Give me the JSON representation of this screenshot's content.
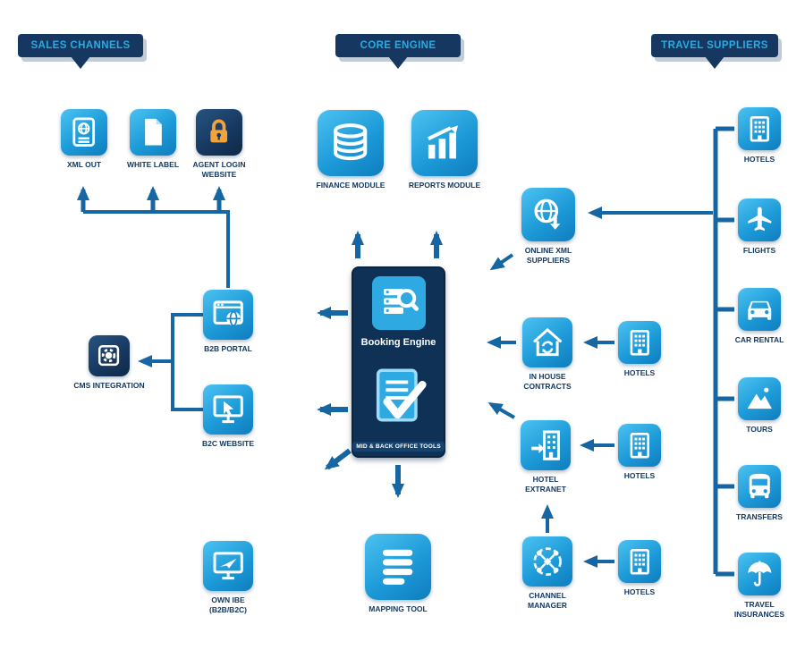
{
  "banners": {
    "sales_channels": "SALES CHANNELS",
    "core_engine": "CORE ENGINE",
    "travel_suppliers": "TRAVEL SUPPLIERS"
  },
  "sales_channels": {
    "xml_out": "XML OUT",
    "white_label": "WHITE LABEL",
    "agent_login_website": "AGENT LOGIN WEBSITE",
    "b2b_portal": "B2B PORTAL",
    "cms_integration": "CMS INTEGRATION",
    "b2c_website": "B2C WEBSITE",
    "own_ibe": "OWN IBE (B2B/B2C)"
  },
  "core_engine": {
    "finance_module": "FINANCE MODULE",
    "reports_module": "REPORTS MODULE",
    "booking_engine_title": "Booking Engine",
    "booking_engine_subtitle": "MID & BACK OFFICE TOOLS",
    "mapping_tool": "MAPPING TOOL"
  },
  "suppliers": {
    "online_xml_suppliers": "ONLINE XML SUPPLIERS",
    "in_house_contracts": "IN HOUSE CONTRACTS",
    "hotel_extranet": "HOTEL EXTRANET",
    "channel_manager": "CHANNEL MANAGER",
    "hotels_inhouse": "HOTELS",
    "hotels_extranet": "HOTELS",
    "hotels_channel": "HOTELS",
    "right_column": {
      "hotels": "HOTELS",
      "flights": "FLIGHTS",
      "car_rental": "CAR RENTAL",
      "tours": "TOURS",
      "transfers": "TRANSFERS",
      "travel_insurances": "TRAVEL INSURANCES"
    }
  },
  "colors": {
    "banner_bg": "#16375f",
    "banner_text": "#2aabe2",
    "icon_blue": "#2fa9e2",
    "icon_navy": "#16375f",
    "arrow": "#1566a3",
    "label_text": "#12365e",
    "engine_bg": "#0e3155",
    "lock_gold": "#f2a33c"
  }
}
